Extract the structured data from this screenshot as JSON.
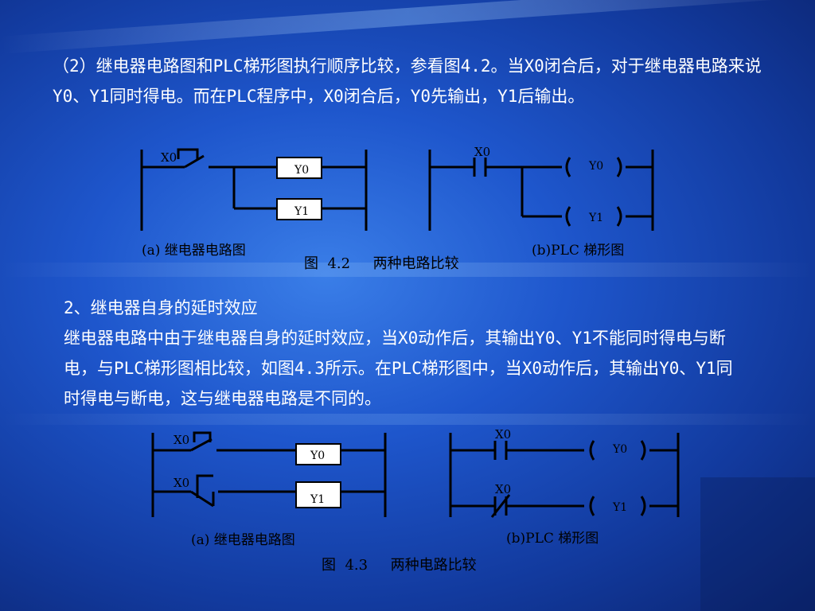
{
  "para1": "（2）继电器电路图和PLC梯形图执行顺序比较，参看图4.2。当X0闭合后，对于继电器电路来说Y0、Y1同时得电。而在PLC程序中，X0闭合后，Y0先输出，Y1后输出。",
  "para2_heading": "2、继电器自身的延时效应",
  "para2_body": "继电器电路中由于继电器自身的延时效应，当X0动作后，其输出Y0、Y1不能同时得电与断电，与PLC梯形图相比较，如图4.3所示。在PLC梯形图中，当X0动作后，其输出Y0、Y1同时得电与断电，这与继电器电路是不同的。",
  "fig42": {
    "caption_a": "(a)  继电器电路图",
    "caption_b": "(b)PLC  梯形图",
    "title": "图  4.2     两种电路比较",
    "relay": {
      "contact": "X0",
      "coil1": "Y0",
      "coil2": "Y1"
    },
    "plc": {
      "contact": "X0",
      "coil1": "Y0",
      "coil2": "Y1"
    }
  },
  "fig43": {
    "caption_a": "(a)  继电器电路图",
    "caption_b": "(b)PLC  梯形图",
    "title": "图  4.3     两种电路比较",
    "relay": {
      "contact1": "X0",
      "contact2": "X0",
      "coil1": "Y0",
      "coil2": "Y1"
    },
    "plc": {
      "contact1": "X0",
      "contact2": "X0",
      "coil1": "Y0",
      "coil2": "Y1"
    }
  }
}
